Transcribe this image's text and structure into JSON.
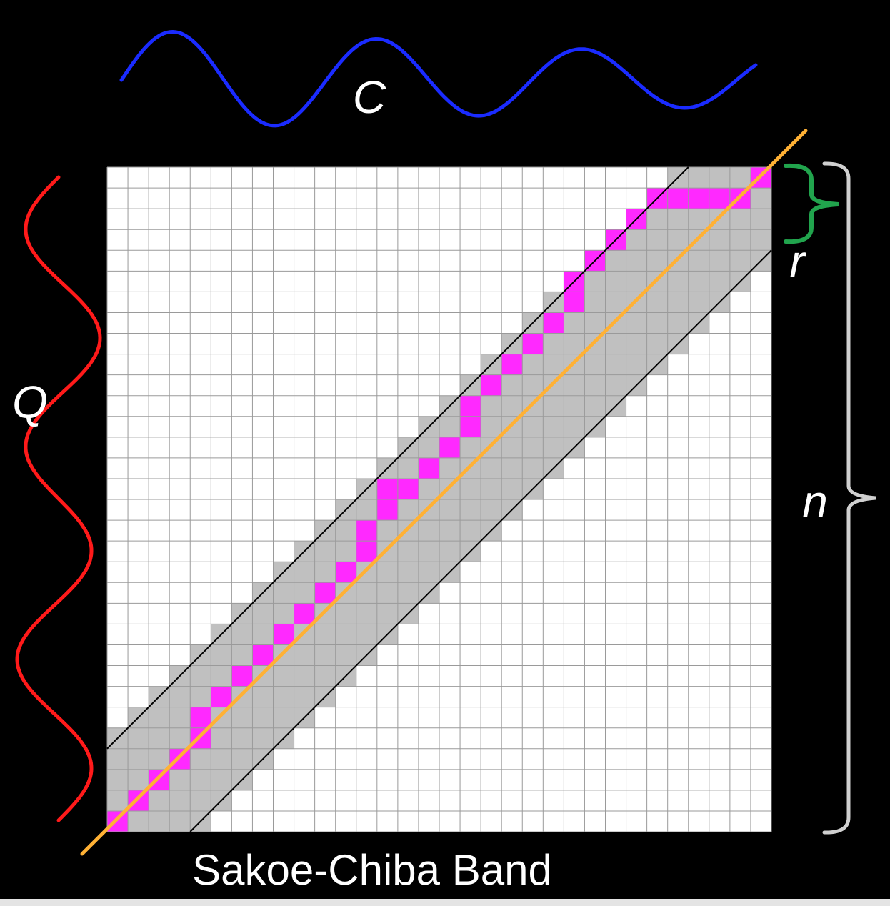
{
  "diagram": {
    "title": "Sakoe-Chiba Band",
    "labels": {
      "series_c": "C",
      "series_q": "Q",
      "band_width": "r",
      "length": "n"
    },
    "grid": {
      "cells": 32,
      "band_radius": 4
    },
    "warping_path": [
      [
        0,
        0
      ],
      [
        1,
        1
      ],
      [
        2,
        2
      ],
      [
        3,
        3
      ],
      [
        4,
        4
      ],
      [
        4,
        5
      ],
      [
        5,
        6
      ],
      [
        6,
        7
      ],
      [
        7,
        8
      ],
      [
        8,
        9
      ],
      [
        9,
        10
      ],
      [
        10,
        11
      ],
      [
        11,
        12
      ],
      [
        12,
        13
      ],
      [
        12,
        14
      ],
      [
        13,
        15
      ],
      [
        13,
        16
      ],
      [
        14,
        16
      ],
      [
        15,
        17
      ],
      [
        16,
        18
      ],
      [
        17,
        19
      ],
      [
        17,
        20
      ],
      [
        18,
        21
      ],
      [
        19,
        22
      ],
      [
        20,
        23
      ],
      [
        21,
        24
      ],
      [
        22,
        25
      ],
      [
        22,
        26
      ],
      [
        23,
        27
      ],
      [
        24,
        28
      ],
      [
        25,
        29
      ],
      [
        26,
        30
      ],
      [
        27,
        30
      ],
      [
        28,
        30
      ],
      [
        29,
        30
      ],
      [
        30,
        30
      ],
      [
        31,
        31
      ]
    ],
    "colors": {
      "background": "#000000",
      "grid_fill": "#ffffff",
      "grid_line": "#9a9a9a",
      "band": "#c0c0c0",
      "path": "#ff29ff",
      "diagonal": "#ffb135",
      "series_c": "#1a2bff",
      "series_q": "#ff1a1a",
      "brace_r": "#21a44d",
      "brace_n": "#d0d0d0",
      "text": "#ffffff"
    }
  }
}
